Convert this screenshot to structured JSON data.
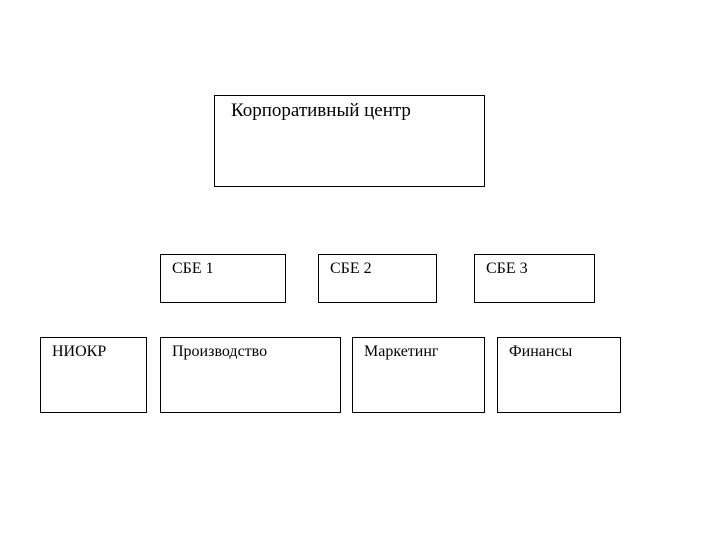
{
  "diagram": {
    "type": "organizational-chart",
    "title": "Корпоративный центр",
    "background_color": "#ffffff",
    "border_color": "#000000",
    "text_color": "#000000",
    "levels": [
      {
        "name": "corporate-center",
        "nodes": [
          {
            "id": "corporate-center",
            "label": "Корпоративный центр"
          }
        ]
      },
      {
        "name": "strategic-business-units",
        "nodes": [
          {
            "id": "sbu-1",
            "label": "СБЕ 1"
          },
          {
            "id": "sbu-2",
            "label": "СБЕ 2"
          },
          {
            "id": "sbu-3",
            "label": "СБЕ 3"
          }
        ]
      },
      {
        "name": "functions",
        "nodes": [
          {
            "id": "func-rnd",
            "label": "НИОКР"
          },
          {
            "id": "func-production",
            "label": "Производство"
          },
          {
            "id": "func-marketing",
            "label": "Маркетинг"
          },
          {
            "id": "func-finance",
            "label": "Финансы"
          }
        ]
      }
    ]
  }
}
